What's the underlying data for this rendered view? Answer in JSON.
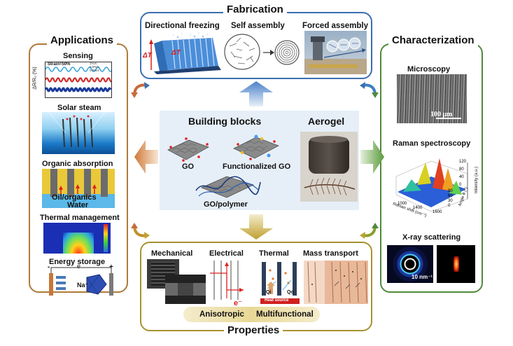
{
  "fabrication": {
    "title": "Fabrication",
    "items": [
      "Directional freezing",
      "Self assembly",
      "Forced assembly"
    ],
    "delta_t_left": "ΔT",
    "delta_t_right": "ΔT"
  },
  "applications": {
    "title": "Applications",
    "items": [
      "Sensing",
      "Solar steam",
      "Organic absorption",
      "Thermal management",
      "Energy storage"
    ],
    "sensing": {
      "ylabel": "ΔR/R₀ (%)",
      "strain": "Strain=50%",
      "legend": [
        "1%/s",
        "0.5%/s",
        "0.2%/s"
      ]
    },
    "organic": {
      "oil": "Oil/organics",
      "water": "Water"
    },
    "energy": {
      "electron": "e",
      "ion": "Na⁺",
      "minus": "-",
      "plus": "+"
    }
  },
  "characterization": {
    "title": "Characterization",
    "items": [
      "Microscopy",
      "Raman spectroscopy",
      "X-ray scattering"
    ],
    "scale_bar": "100 μm",
    "raman": {
      "xlabel": "Raman shift (cm⁻¹)",
      "ylabel": "Angle θ (°)",
      "zlabel": "Intensity (a.u.)",
      "x_ticks": [
        "1000",
        "1400",
        "1600"
      ],
      "y_ticks": [
        "0",
        "30",
        "60",
        "90"
      ],
      "z_ticks": [
        "0",
        "40",
        "80",
        "120"
      ]
    },
    "xray_scale": "10 nm⁻¹"
  },
  "center": {
    "title": "Building blocks",
    "aerogel": "Aerogel",
    "items": [
      "GO",
      "Functionalized GO",
      "GO/polymer"
    ]
  },
  "properties": {
    "title": "Properties",
    "items": [
      "Mechanical",
      "Electrical",
      "Thermal",
      "Mass transport"
    ],
    "tags": [
      "Anisotropic",
      "Multifunctional"
    ],
    "heat_source": "Heat source",
    "electron": "e⁻",
    "q_in": "Qi",
    "q_out": "Qo"
  },
  "colors": {
    "fabrication": "#3a6fb0",
    "applications": "#b07a3a",
    "characterization": "#4f8a3a",
    "properties": "#a89230"
  }
}
